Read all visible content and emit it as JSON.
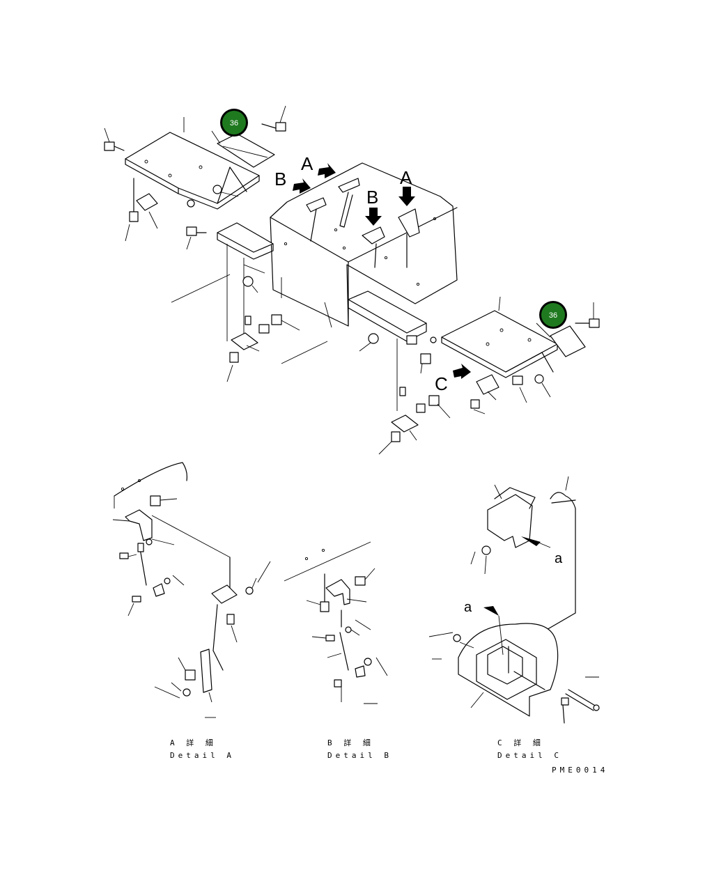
{
  "view_labels": {
    "A": "A",
    "B": "B",
    "C": "C"
  },
  "reference_badges": [
    {
      "text": "36"
    },
    {
      "text": "36"
    }
  ],
  "detail_c_ref": "a",
  "details": [
    {
      "jp": "A 詳 細",
      "en": "Detail A"
    },
    {
      "jp": "B 詳 細",
      "en": "Detail B"
    },
    {
      "jp": "C 詳 細",
      "en": "Detail C"
    }
  ],
  "drawing_code": "PME0014",
  "colors": {
    "badge_fill": "#1f7a1f",
    "badge_ring": "#000000",
    "line": "#000000",
    "background": "#ffffff"
  }
}
